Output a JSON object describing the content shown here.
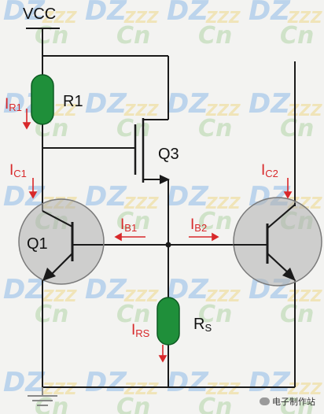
{
  "labels": {
    "vcc": "VCC",
    "r1": "R1",
    "q3": "Q3",
    "q1": "Q1",
    "rs": {
      "main": "R",
      "sub": "S"
    },
    "ir1": {
      "main": "I",
      "sub": "R1"
    },
    "ic1": {
      "main": "I",
      "sub": "C1"
    },
    "ic2": {
      "main": "I",
      "sub": "C2"
    },
    "ib1": {
      "main": "I",
      "sub": "B1"
    },
    "ib2": {
      "main": "I",
      "sub": "B2"
    },
    "irs": {
      "main": "I",
      "sub": "RS"
    }
  },
  "watermark": {
    "dz": "DZ",
    "zz": "ZZZ",
    "cn": "Cn"
  },
  "credit": "电子制作站",
  "colors": {
    "wire": "#1a1a1a",
    "resistor": "#1f8f3a",
    "current_label": "#d8282a",
    "transistor_body": "#afafaf",
    "background": "#f3f3f1"
  },
  "icons": [
    "wechat-icon"
  ]
}
